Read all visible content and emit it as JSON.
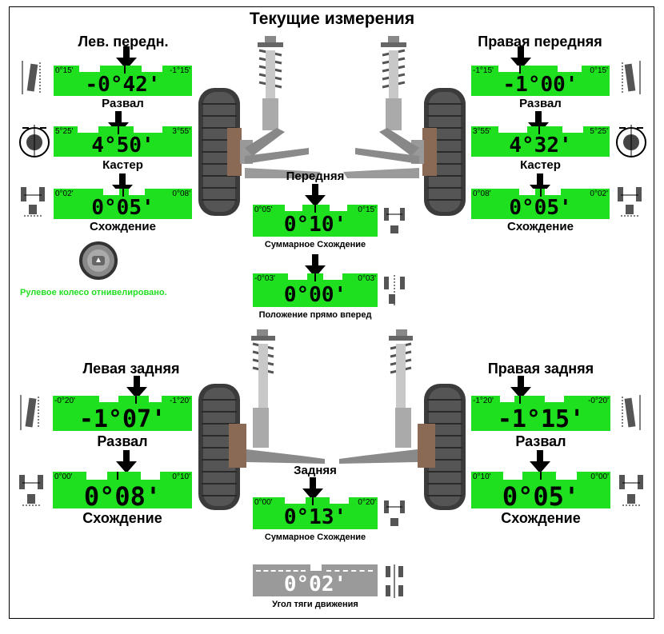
{
  "title": "Текущие измерения",
  "colors": {
    "gauge_green": "#1ee01e",
    "gauge_gray": "#9a9a9a",
    "note_green": "#22dd22"
  },
  "front_left": {
    "heading": "Лев. передн.",
    "camber": {
      "label": "Развал",
      "min": "0°15'",
      "max": "-1°15'",
      "value": "-0°42'"
    },
    "caster": {
      "label": "Кастер",
      "min": "5°25'",
      "max": "3°55'",
      "value": "4°50'"
    },
    "toe": {
      "label": "Схождение",
      "min": "0°02'",
      "max": "0°08'",
      "value": "0°05'"
    }
  },
  "front_right": {
    "heading": "Правая передняя",
    "camber": {
      "label": "Развал",
      "min": "-1°15'",
      "max": "0°15'",
      "value": "-1°00'"
    },
    "caster": {
      "label": "Кастер",
      "min": "3°55'",
      "max": "5°25'",
      "value": "4°32'"
    },
    "toe": {
      "label": "Схождение",
      "min": "0°08'",
      "max": "0°02'",
      "value": "0°05'"
    }
  },
  "front_total": {
    "heading": "Передняя",
    "toe": {
      "label": "Суммарное Схождение",
      "min": "0°05'",
      "max": "0°15'",
      "value": "0°10'"
    },
    "straight": {
      "label": "Положение прямо вперед",
      "min": "-0°03'",
      "max": "0°03'",
      "value": "0°00'"
    }
  },
  "steering_note": "Рулевое колесо отнивелировано.",
  "rear_left": {
    "heading": "Левая задняя",
    "camber": {
      "label": "Развал",
      "min": "-0°20'",
      "max": "-1°20'",
      "value": "-1°07'"
    },
    "toe": {
      "label": "Схождение",
      "min": "0°00'",
      "max": "0°10'",
      "value": "0°08'"
    }
  },
  "rear_right": {
    "heading": "Правая задняя",
    "camber": {
      "label": "Развал",
      "min": "-1°20'",
      "max": "-0°20'",
      "value": "-1°15'"
    },
    "toe": {
      "label": "Схождение",
      "min": "0°10'",
      "max": "0°00'",
      "value": "0°05'"
    }
  },
  "rear_total": {
    "heading": "Задняя",
    "toe": {
      "label": "Суммарное Схождение",
      "min": "0°00'",
      "max": "0°20'",
      "value": "0°13'"
    },
    "thrust": {
      "label": "Угол тяги движения",
      "value": "0°02'"
    }
  },
  "icons": [
    "camber-icon",
    "caster-icon",
    "toe-icon",
    "steering-wheel-icon",
    "straight-ahead-icon",
    "thrust-icon",
    "suspension-icon",
    "wheel-icon"
  ]
}
